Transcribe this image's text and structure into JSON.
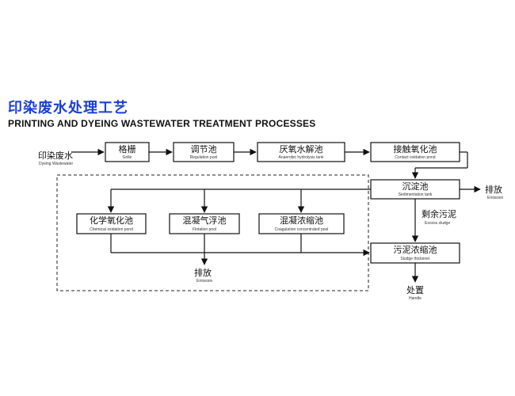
{
  "title": {
    "cn": "印染废水处理工艺",
    "en": "PRINTING AND DYEING WASTEWATER TREATMENT PROCESSES"
  },
  "input": {
    "cn": "印染废水",
    "en": "Dyeing Wastewater"
  },
  "nodes": {
    "grille": {
      "cn": "格栅",
      "en": "Grille"
    },
    "regulation": {
      "cn": "调节池",
      "en": "Regulation pool"
    },
    "anaerobic": {
      "cn": "厌氧水解池",
      "en": "Anaerobic hydrolysis tank"
    },
    "contact": {
      "cn": "接触氧化池",
      "en": "Contact oxidation pond"
    },
    "sedimentation": {
      "cn": "沉淀池",
      "en": "Sedimentation tank"
    },
    "chemical": {
      "cn": "化学氧化池",
      "en": "Chemical oxidation pond"
    },
    "flotation": {
      "cn": "混凝气浮池",
      "en": "Flotation pool"
    },
    "coagulation": {
      "cn": "混凝浓缩池",
      "en": "Coagulation concentrated pool"
    },
    "thickener": {
      "cn": "污泥浓缩池",
      "en": "Sludge thickener"
    }
  },
  "labels": {
    "emission_right": {
      "cn": "排放",
      "en": "Emission"
    },
    "excess_sludge": {
      "cn": "剩余污泥",
      "en": "Excess sludge"
    },
    "emission_bottom": {
      "cn": "排放",
      "en": "Emission"
    },
    "handle": {
      "cn": "处置",
      "en": "Handle"
    }
  }
}
